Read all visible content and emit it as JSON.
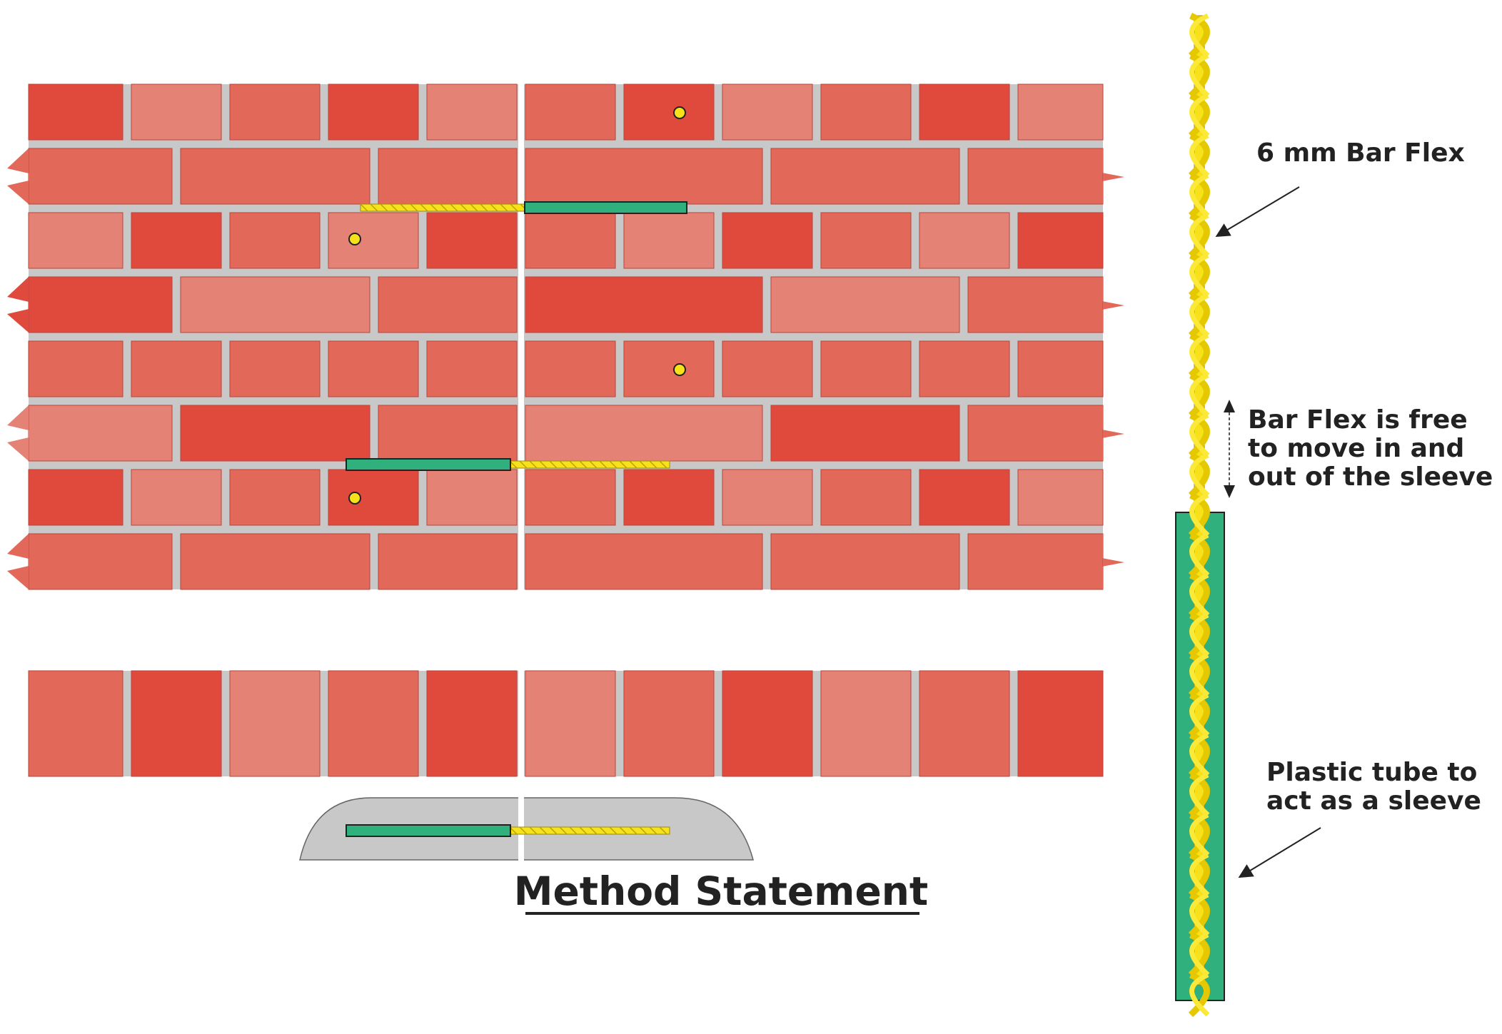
{
  "title": "Method Statement",
  "labels": {
    "bar_flex": "6 mm Bar Flex",
    "free_move": [
      "Bar Flex is free",
      "to move in and",
      "out of the sleeve"
    ],
    "sleeve": [
      "Plastic tube to",
      "act as a sleeve"
    ]
  },
  "colors": {
    "background": "#ffffff",
    "mortar": "#c8c8c8",
    "brick_dark": "#e04a3c",
    "brick_mid": "#e2685a",
    "brick_light": "#e58276",
    "bar_flex": "#f7e11a",
    "sleeve": "#2fb07c",
    "text": "#222222"
  },
  "icons": [
    "screw-fixing-icon",
    "arrow-icon",
    "double-arrow-icon",
    "break-line-icon"
  ]
}
